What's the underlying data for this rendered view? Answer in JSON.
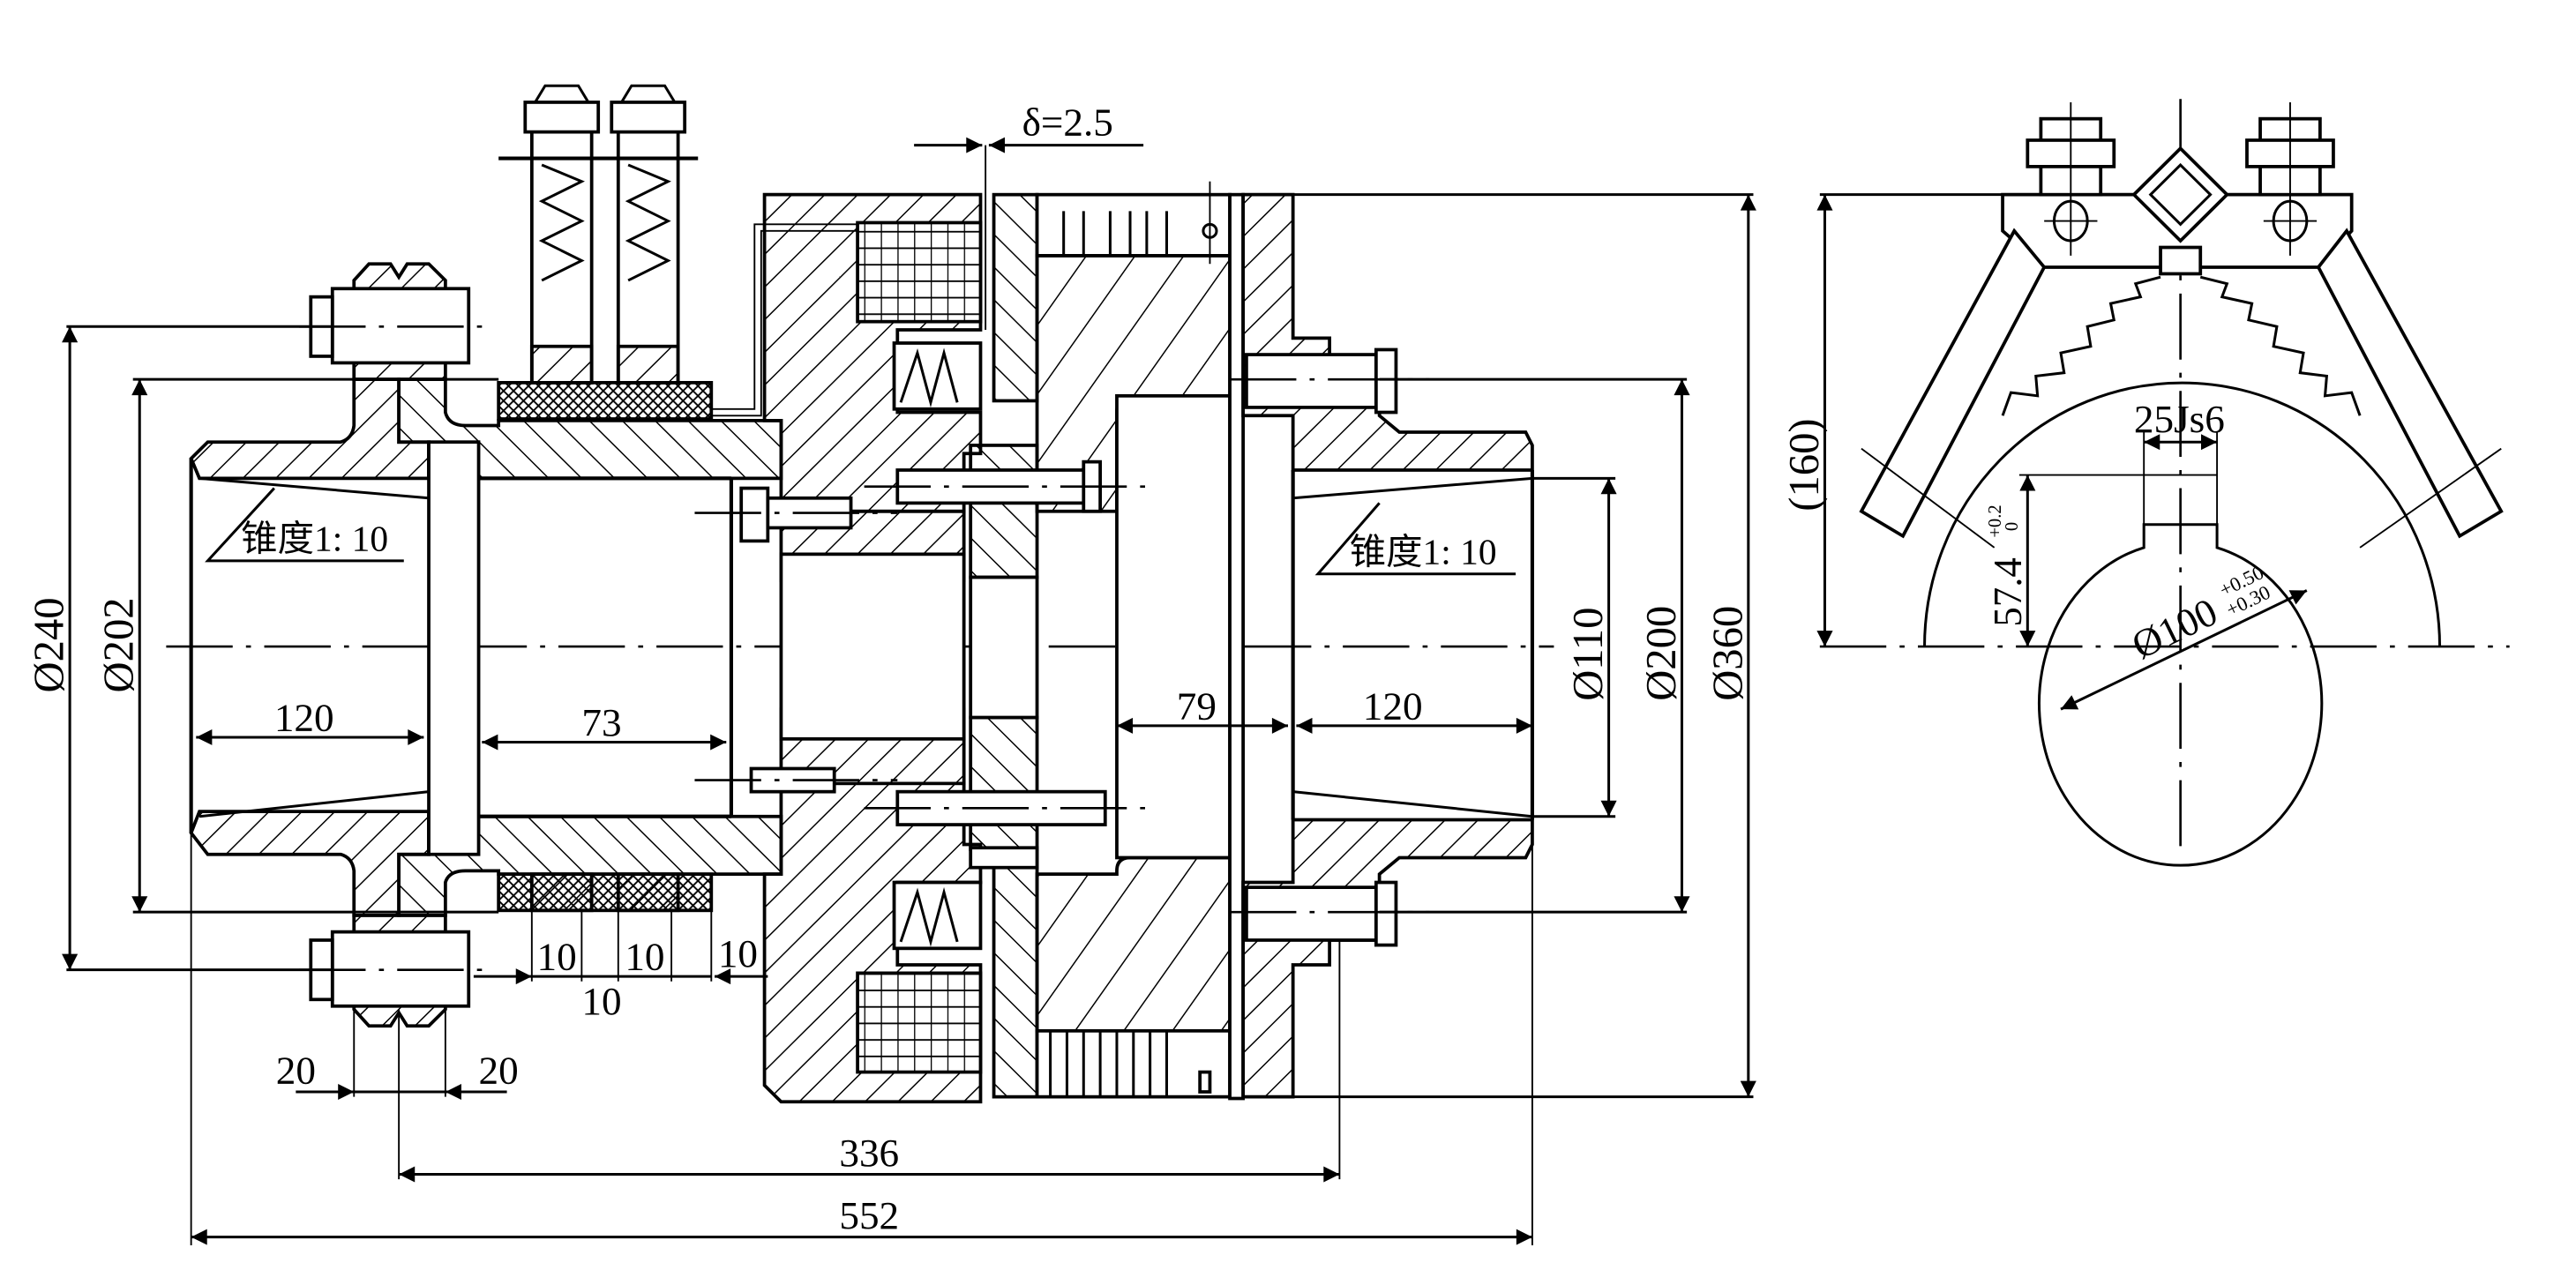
{
  "drawing": {
    "type": "mechanical-assembly-section",
    "subject": "electromagnetic clutch coupling assembly with brush holder detail",
    "colors": {
      "line": "#000000",
      "background": "#ffffff"
    }
  },
  "main_view": {
    "diameter_dims": {
      "d240": "Ø240",
      "d202": "Ø202",
      "d110": "Ø110",
      "d200": "Ø200",
      "d360": "Ø360"
    },
    "length_dims": {
      "left_bore": "120",
      "mid_bore": "73",
      "right_gap": "79",
      "right_bore": "120",
      "ring_a": "10",
      "ring_b": "10",
      "ring_c": "10",
      "ring_d": "10",
      "flange_left": "20",
      "flange_right": "20",
      "mid_span": "336",
      "overall": "552"
    },
    "air_gap": "δ=2.5",
    "taper_left": "锥度1: 10",
    "taper_right": "锥度1: 10"
  },
  "side_view": {
    "height_dim": "(160)",
    "key_width": "25Js6",
    "key_depth": "57.4",
    "key_depth_tol_upper": "+0.2",
    "key_depth_tol_lower": "0",
    "bore_dia": "Ø100",
    "bore_tol_upper": "+0.50",
    "bore_tol_lower": "+0.30"
  }
}
